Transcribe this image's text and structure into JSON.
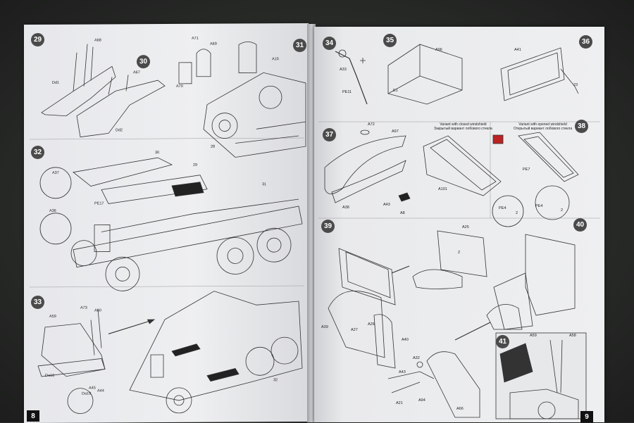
{
  "left_page": {
    "page_number": "8",
    "steps": [
      "29",
      "30",
      "31",
      "32",
      "33"
    ],
    "labels": {
      "s29_a": "A68",
      "s29_b": "Dd1",
      "s30_a": "A67",
      "s30_b": "Dd2",
      "s31_a": "A71",
      "s31_b": "A69",
      "s31_c": "A70",
      "s31_d": "A15",
      "s31_e": "28",
      "s32_a": "30",
      "s32_b": "29",
      "s32_c": "31",
      "s32_d": "A37",
      "s32_e": "A36",
      "s32_f": "PE17",
      "s33_a": "A59",
      "s33_b": "A73",
      "s33_c": "A60",
      "s33_d": "Da16",
      "s33_e": "A45",
      "s33_f": "A44",
      "s33_g": "Da19",
      "s33_h": "32"
    }
  },
  "right_page": {
    "page_number": "9",
    "steps": [
      "34",
      "35",
      "36",
      "37",
      "38",
      "39",
      "40",
      "41"
    ],
    "labels": {
      "s34_a": "A33",
      "s34_b": "PE11",
      "s35_a": "A96",
      "s35_b": "E1",
      "s36_a": "A41",
      "s36_b": "23",
      "s37_a": "A72",
      "s37_b": "A97",
      "s37_c": "A38",
      "s37_d": "A43",
      "s37_e": "A8",
      "s37_f": "A101",
      "s38_a": "PE4",
      "s38_b": "PE4",
      "s38_c": "PE7",
      "s38_d": "2",
      "s38_e": "2",
      "s39_a": "A25",
      "s39_b": "A39",
      "s39_c": "A27",
      "s39_d": "A26",
      "s39_e": "A40",
      "s39_f": "A32",
      "s39_g": "A43",
      "s39_h": "A94",
      "s39_i": "A21",
      "s39_j": "A66",
      "s39_k": "2",
      "s41_a": "A59",
      "s41_b": "A58"
    },
    "variant_closed": "Variant with closed windshield\nЗакрытый вариант лобового стекла",
    "variant_opened": "Variant with opened windshield\nОткрытый вариант лобового стекла"
  },
  "colors": {
    "step_badge": "#4a4a4a",
    "paper": "#ecedef",
    "background": "#2b2e2b"
  }
}
